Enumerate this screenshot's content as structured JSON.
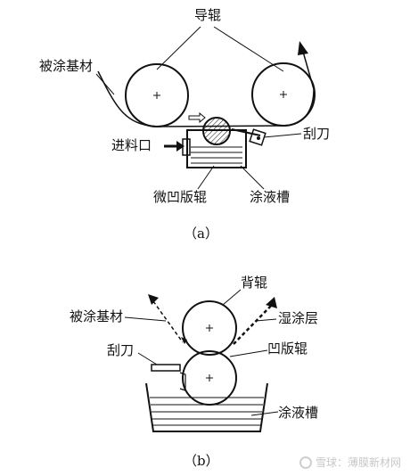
{
  "diagram_a": {
    "guide_roll_label": "导辊",
    "substrate_label": "被涂基材",
    "blade_label": "刮刀",
    "inlet_label": "进料口",
    "gravure_roll_label": "微凹版辊",
    "tank_label": "涂液槽",
    "caption": "（a）"
  },
  "diagram_b": {
    "backing_roll_label": "背辊",
    "substrate_label": "被涂基材",
    "wet_coating_label": "湿涂层",
    "blade_label": "刮刀",
    "gravure_roll_label": "凹版辊",
    "tank_label": "涂液槽",
    "caption": "（b）"
  },
  "watermark": {
    "text": "雪球：薄膜新材网",
    "icon": "snowball-icon"
  }
}
